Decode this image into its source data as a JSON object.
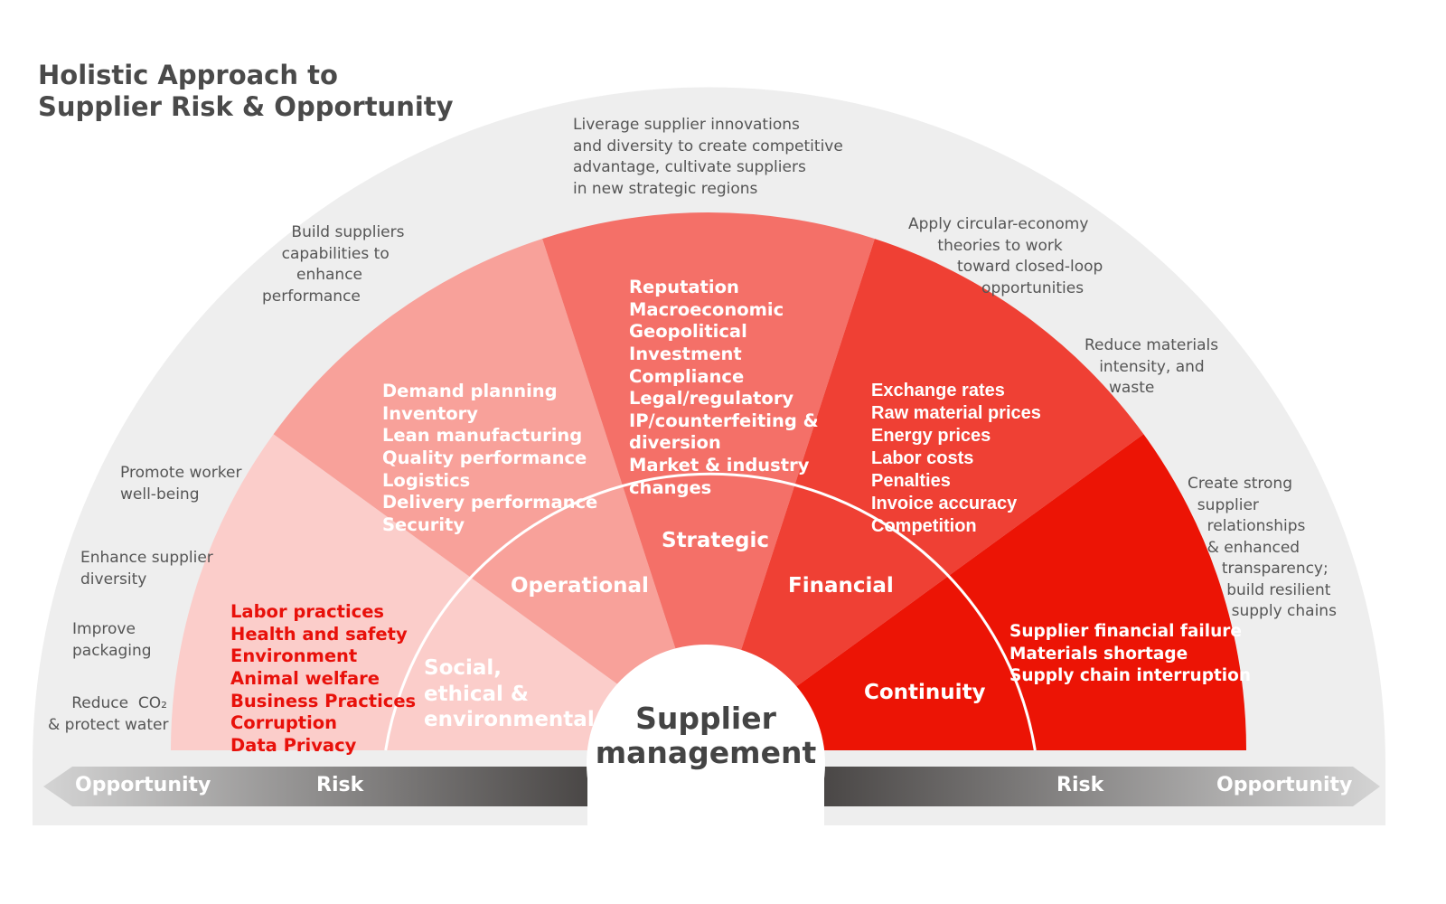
{
  "title": [
    "Holistic Approach to",
    "Supplier Risk & Opportunity"
  ],
  "center_label": [
    "Supplier",
    "management"
  ],
  "colors": {
    "background_ring": "#eeeeee",
    "social": "#fbcdca",
    "operational": "#f8a19a",
    "strategic": "#f47068",
    "financial": "#ef4034",
    "continuity": "#ec1405",
    "risk_text_red": "#e8100a"
  },
  "categories": [
    {
      "name": "social",
      "label": [
        "Social,",
        "ethical &",
        "environmental"
      ],
      "items": [
        "Labor practices",
        "Health and safety",
        "Environment",
        "Animal welfare",
        "Business Practices",
        "Corruption",
        "Data Privacy"
      ]
    },
    {
      "name": "operational",
      "label": [
        "Operational"
      ],
      "items": [
        "Demand planning",
        "Inventory",
        "Lean manufacturing",
        "Quality performance",
        "Logistics",
        "Delivery performance",
        "Security"
      ]
    },
    {
      "name": "strategic",
      "label": [
        "Strategic"
      ],
      "items": [
        "Reputation",
        "Macroeconomic",
        "Geopolitical",
        "Investment",
        "Compliance",
        "Legal/regulatory",
        "IP/counterfeiting &",
        "diversion",
        "Market & industry",
        "changes"
      ]
    },
    {
      "name": "financial",
      "label": [
        "Financial"
      ],
      "items": [
        "Exchange rates",
        "Raw material prices",
        "Energy prices",
        "Labor costs",
        "Penalties",
        "Invoice accuracy",
        "Competition"
      ]
    },
    {
      "name": "continuity",
      "label": [
        "Continuity"
      ],
      "items": [
        "Supplier financial failure",
        "Materials shortage",
        "Supply chain interruption"
      ]
    }
  ],
  "opportunities": {
    "worker": [
      "Promote worker",
      "well-being"
    ],
    "diversity": [
      "Enhance supplier",
      "diversity"
    ],
    "packaging": [
      "Improve",
      "packaging"
    ],
    "co2": [
      "Reduce  CO₂",
      "& protect water"
    ],
    "capabilities": [
      "      Build suppliers",
      "    capabilities to",
      "enhance",
      "performance"
    ],
    "innovation": [
      "Liverage supplier innovations",
      "and diversity to create competitive",
      "advantage, cultivate suppliers",
      "in new strategic regions"
    ],
    "circular": [
      "Apply circular-economy",
      "      theories to work",
      "          toward closed-loop",
      "               opportunities"
    ],
    "materials": [
      "Reduce materials",
      "   intensity, and",
      "     waste"
    ],
    "relationships": [
      "Create strong",
      "  supplier",
      "    relationships",
      "    & enhanced",
      "       transparency;",
      "        build resilient",
      "         supply chains"
    ]
  },
  "axis": {
    "left_opportunity": "Opportunity",
    "left_risk": "Risk",
    "right_risk": "Risk",
    "right_opportunity": "Opportunity"
  }
}
